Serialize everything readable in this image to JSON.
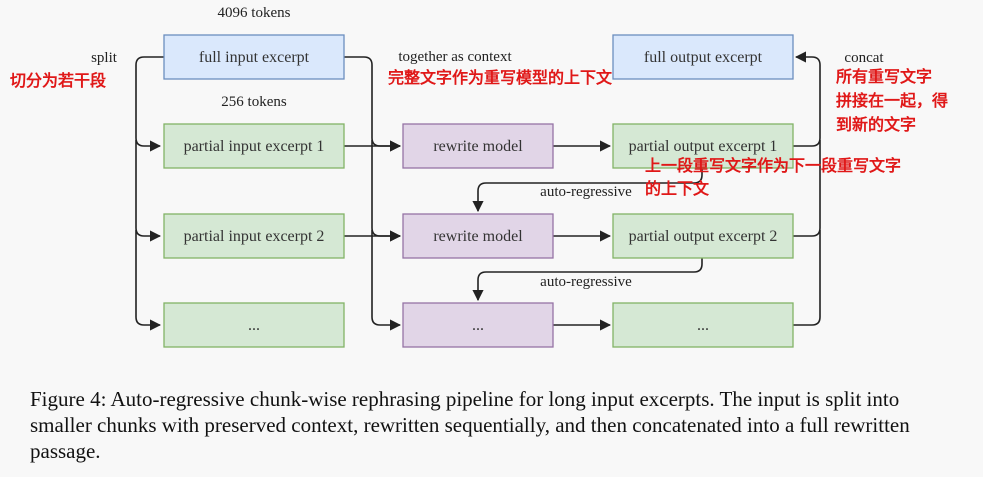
{
  "boxes": {
    "full_input": "full input excerpt",
    "full_output": "full output excerpt",
    "partial_input_1": "partial input excerpt 1",
    "partial_input_2": "partial input excerpt 2",
    "partial_input_3": "...",
    "rewrite_1": "rewrite model",
    "rewrite_2": "rewrite model",
    "rewrite_3": "...",
    "partial_output_1": "partial output excerpt 1",
    "partial_output_2": "partial output excerpt 2",
    "partial_output_3": "..."
  },
  "labels": {
    "tokens_4096": "4096 tokens",
    "tokens_256": "256 tokens",
    "split": "split",
    "together_as_context": "together as context",
    "concat": "concat",
    "auto_regressive_1": "auto-regressive",
    "auto_regressive_2": "auto-regressive"
  },
  "annotations": {
    "split_cn": "切分为若干段",
    "context_cn": "完整文字作为重写模型的上下文",
    "concat_cn_1": "所有重写文字",
    "concat_cn_2": "拼接在一起，得",
    "concat_cn_3": "到新的文字",
    "autoreg_cn_1": "上一段重写文字作为下一段重写文字",
    "autoreg_cn_2": "的上下文"
  },
  "caption": "Figure 4: Auto-regressive chunk-wise rephrasing pipeline for long input excerpts. The input is split into smaller chunks with preserved context, rewritten sequentially, and then concatenated into a full rewritten passage.",
  "colors": {
    "blue_fill": "#dae8fc",
    "blue_stroke": "#6c8ebf",
    "green_fill": "#d5e8d4",
    "green_stroke": "#82b366",
    "purple_fill": "#e1d5e7",
    "purple_stroke": "#9673a6",
    "annotation_red": "#e01818"
  }
}
